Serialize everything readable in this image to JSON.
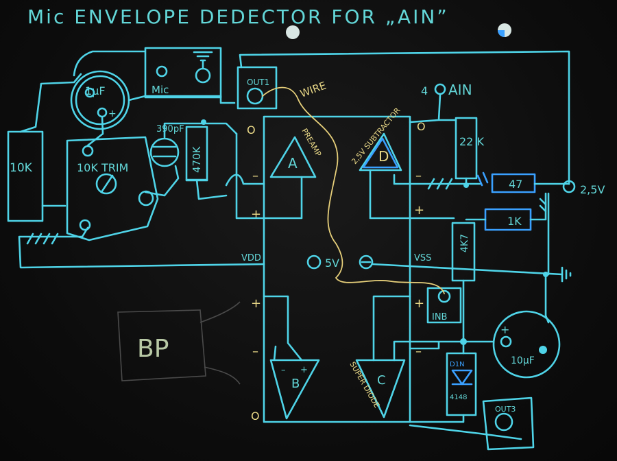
{
  "title": "Mic ENVELOPE DEDECTOR FOR „AIN”",
  "labels": {
    "mic": "Mic",
    "out1": "OUT1",
    "wire": "WIRE",
    "cap_1uf": "1μF",
    "cap_plus": "+",
    "pot_10k_trim": "10K TRIM",
    "res_10k": "10K",
    "cap_390pf": "390pF",
    "res_470k": "470K",
    "preamp": "PREAMP",
    "amp_a": "A",
    "amp_b": "B",
    "amp_c": "C",
    "amp_d": "D",
    "subtractor": "2,5V SUBTRACTOR",
    "superdiode": "SUPER DIODE",
    "ain": "AIN",
    "res_22k": "22 K",
    "res_47": "47",
    "res_1k": "1K",
    "res_4k7": "4K7",
    "rail_25v": "2,5V",
    "vdd": "VDD",
    "vss": "VSS",
    "v5": "5V",
    "inb": "INB",
    "cap_10uf": "10μF",
    "diode": "4148",
    "diode_top": "D1N",
    "out3": "OUT3",
    "bp": "BP",
    "plus": "+",
    "minus": "–",
    "zero": "O"
  },
  "colors": {
    "chalk_cyan": "#4fd4e8",
    "chalk_blue": "#3aa0ff",
    "chalk_yellow": "#e6cf7a",
    "board": "#0c0c0c"
  }
}
